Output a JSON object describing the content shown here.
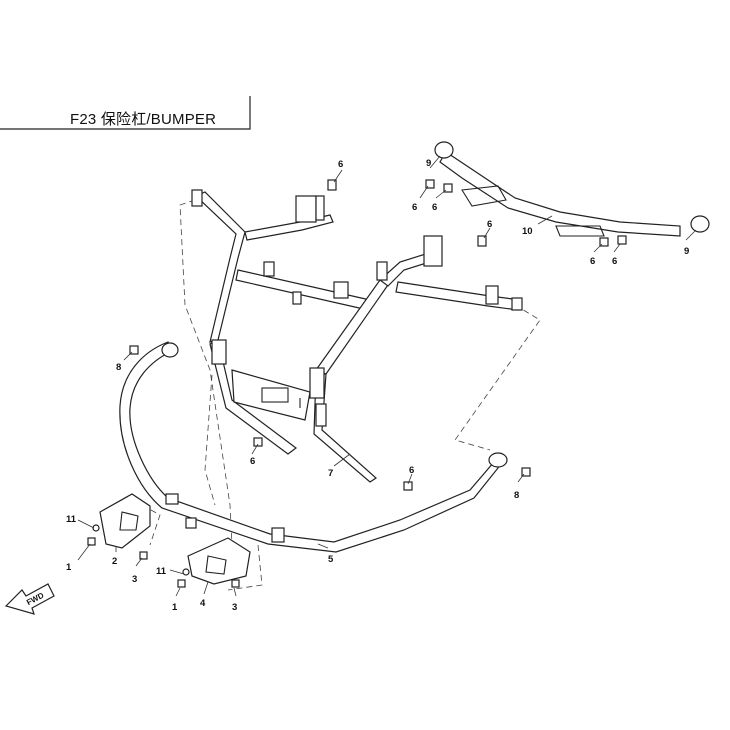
{
  "header": {
    "title": "F23 保险杠/BUMPER"
  },
  "direction_label": "FWD",
  "callouts": [
    {
      "id": "c6a",
      "label": "6"
    },
    {
      "id": "c6b",
      "label": "6"
    },
    {
      "id": "c6c",
      "label": "6"
    },
    {
      "id": "c6d",
      "label": "6"
    },
    {
      "id": "c6e",
      "label": "6"
    },
    {
      "id": "c6f",
      "label": "6"
    },
    {
      "id": "c6g",
      "label": "6"
    },
    {
      "id": "c6h",
      "label": "6"
    },
    {
      "id": "c9a",
      "label": "9"
    },
    {
      "id": "c9b",
      "label": "9"
    },
    {
      "id": "c10",
      "label": "10"
    },
    {
      "id": "c8a",
      "label": "8"
    },
    {
      "id": "c8b",
      "label": "8"
    },
    {
      "id": "c7",
      "label": "7"
    },
    {
      "id": "c5",
      "label": "5"
    },
    {
      "id": "c11a",
      "label": "11"
    },
    {
      "id": "c11b",
      "label": "11"
    },
    {
      "id": "c1a",
      "label": "1"
    },
    {
      "id": "c1b",
      "label": "1"
    },
    {
      "id": "c2",
      "label": "2"
    },
    {
      "id": "c3a",
      "label": "3"
    },
    {
      "id": "c3b",
      "label": "3"
    },
    {
      "id": "c4",
      "label": "4"
    }
  ]
}
